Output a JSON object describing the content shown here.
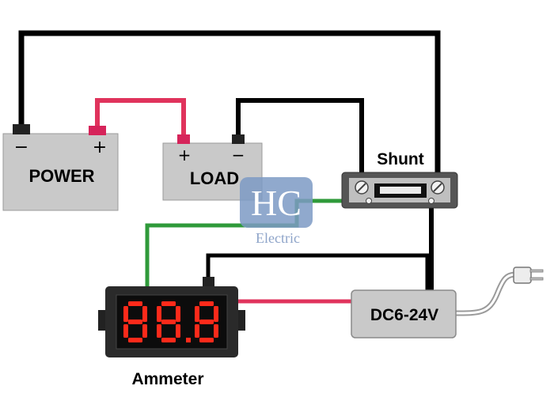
{
  "components": {
    "power": {
      "label": "POWER",
      "minus": "−",
      "plus": "+"
    },
    "load": {
      "label": "LOAD",
      "plus": "+",
      "minus": "−"
    },
    "shunt": {
      "label": "Shunt"
    },
    "ammeter": {
      "label": "Ammeter",
      "display": "88.8"
    },
    "supply": {
      "label": "DC6-24V"
    }
  },
  "watermark": {
    "logo_text": "HC",
    "caption": "Electric"
  },
  "colors": {
    "wire_black": "#000000",
    "wire_red": "#e0335c",
    "wire_green": "#2f9a3a",
    "display_red": "#ff2a1a",
    "box_gray": "#c9c9c9"
  },
  "icons": [
    "plug-icon",
    "screw-terminal-icon",
    "seven-segment-display-icon"
  ]
}
